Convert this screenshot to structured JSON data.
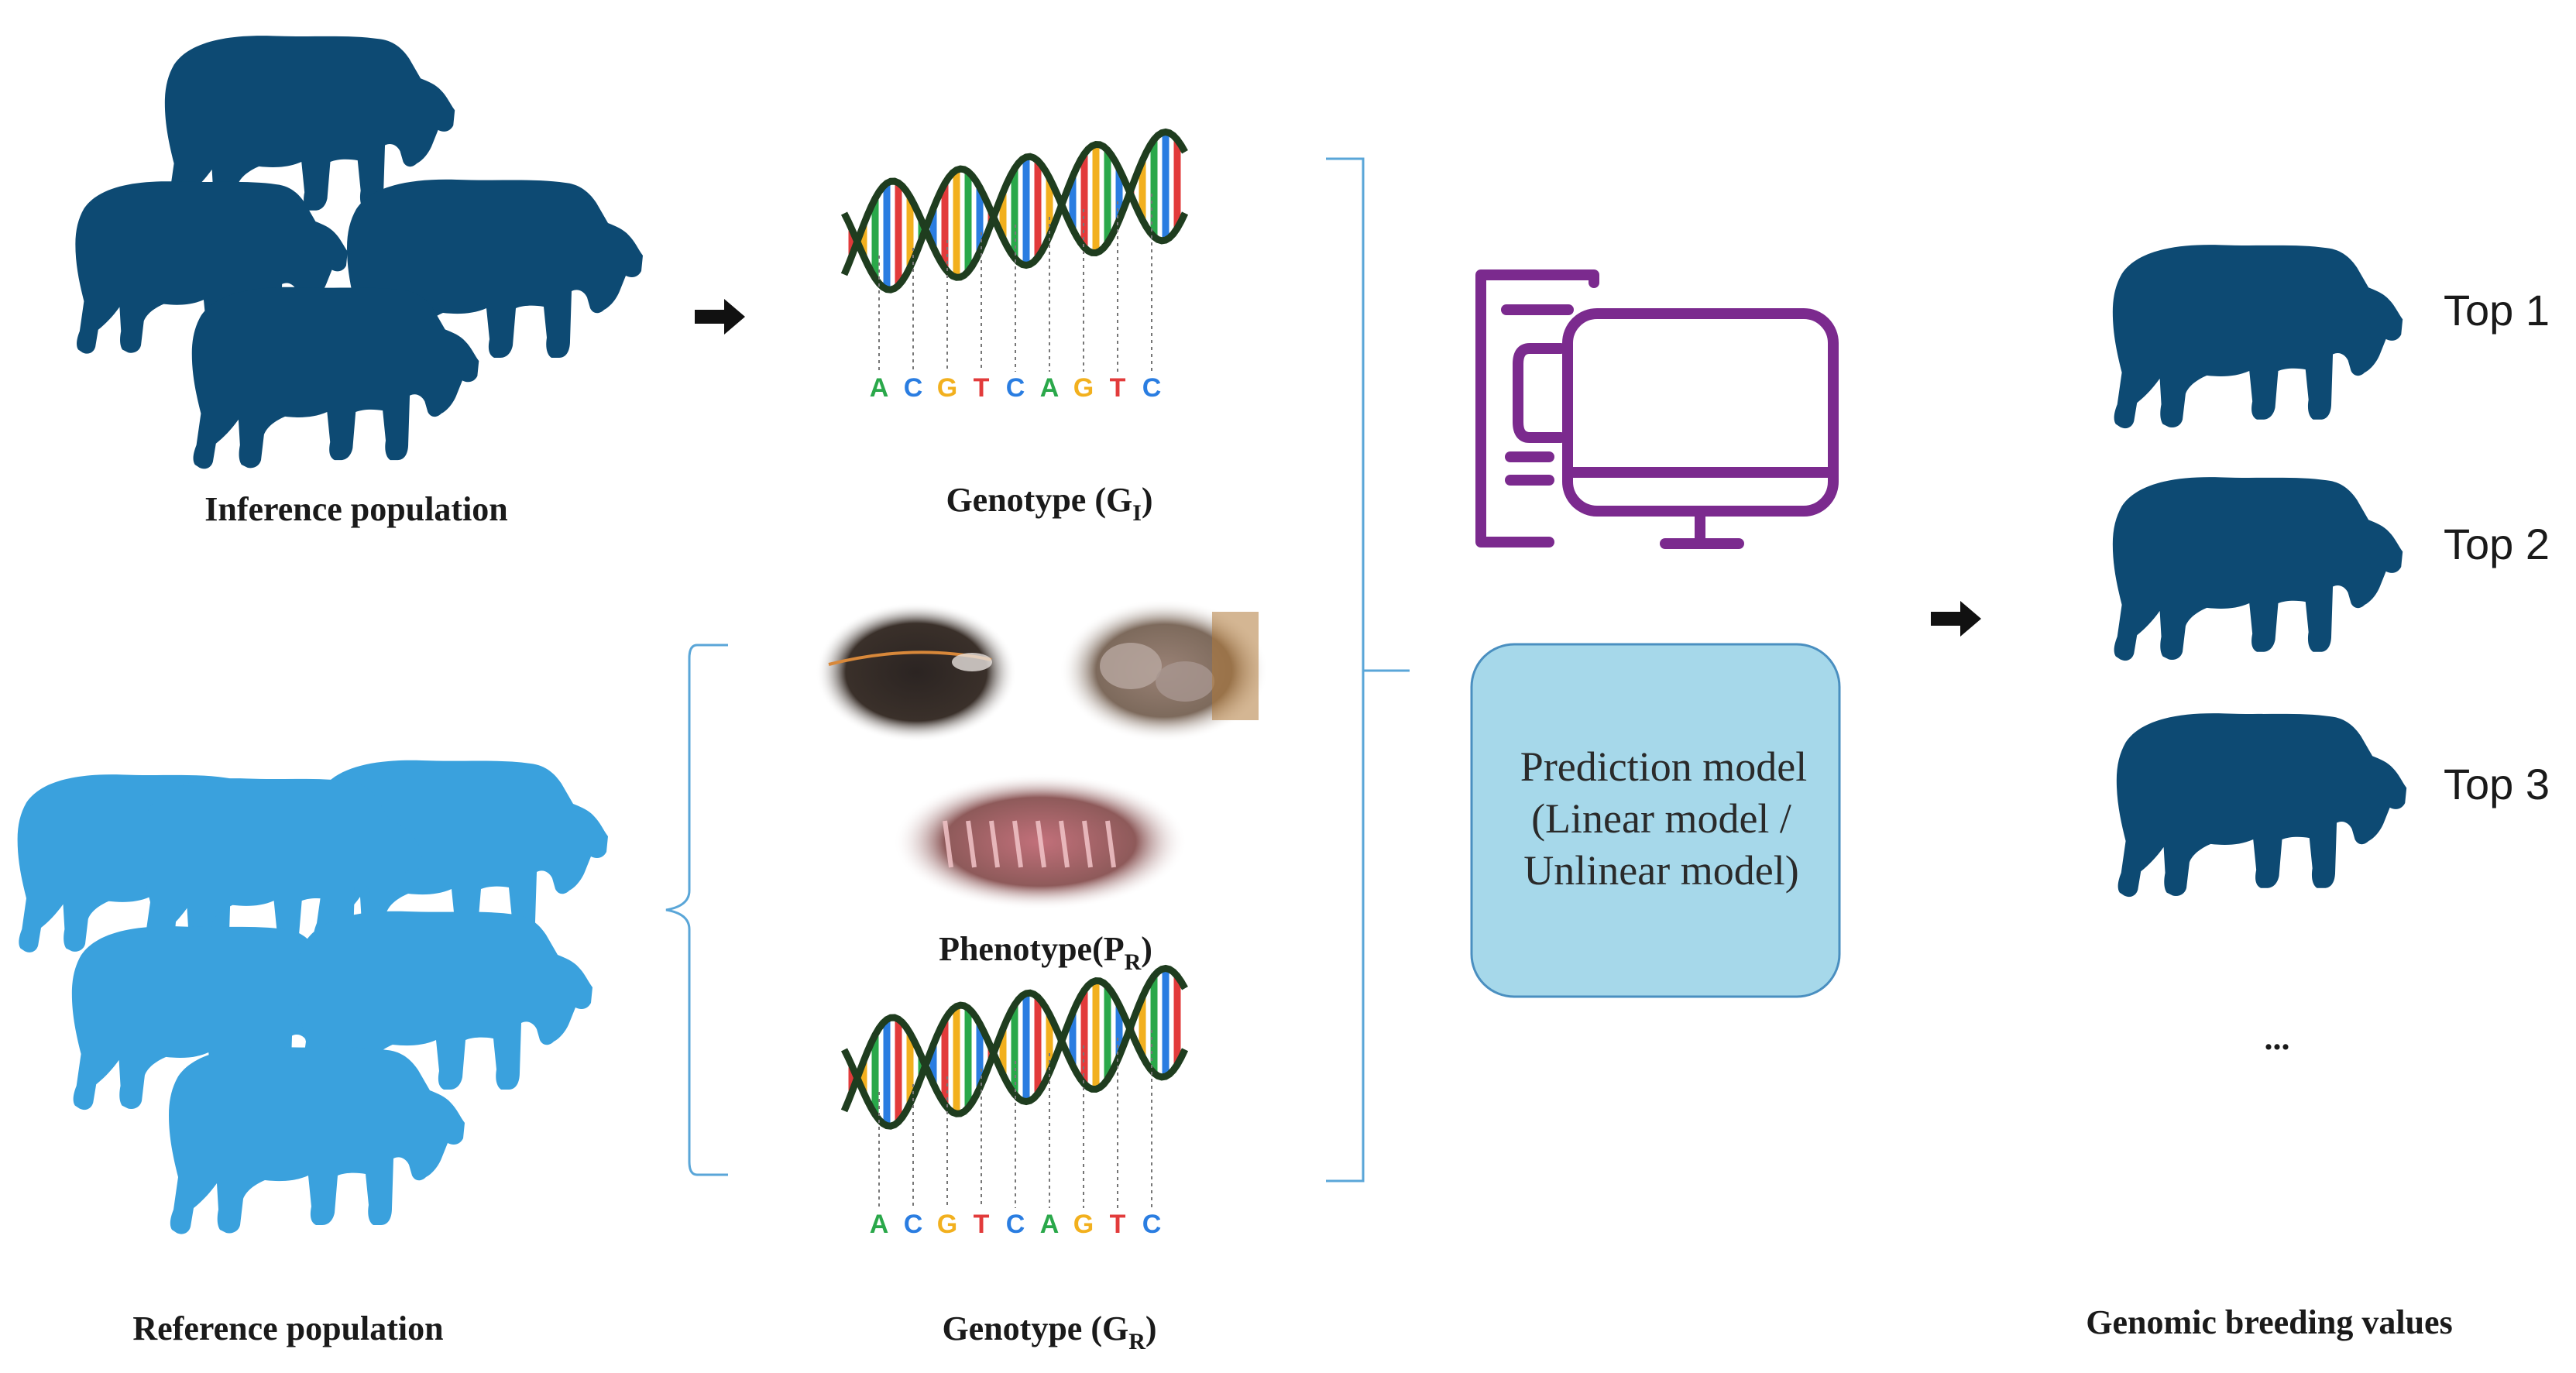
{
  "labels": {
    "inference_population": "Inference population",
    "reference_population": "Reference population",
    "genotype_inference": "Genotype (G",
    "genotype_inference_sub": "I",
    "genotype_inference_close": ")",
    "phenotype": "Phenotype(P",
    "phenotype_sub": "R",
    "phenotype_close": ")",
    "genotype_reference": "Genotype (G",
    "genotype_reference_sub": "R",
    "genotype_reference_close": ")",
    "genomic_breeding_values": "Genomic breeding values"
  },
  "model_box": {
    "line1": "Prediction model",
    "line2": "(Linear model /",
    "line3": "Unlinear model)"
  },
  "ranking": {
    "top1": "Top 1",
    "top2": "Top 2",
    "top3": "Top 3",
    "ellipsis": "..."
  },
  "dna_letters": [
    "A",
    "C",
    "G",
    "T",
    "C",
    "A",
    "G",
    "T",
    "C"
  ],
  "colors": {
    "inference_cow": "#0d4a73",
    "reference_cow": "#3aa1dd",
    "bracket": "#5aa6d8",
    "computer": "#7b2a8e",
    "model_box_fill": "#a6d8ea",
    "model_box_stroke": "#4a8fc0",
    "dna_backbone": "#1f3d1f",
    "arrow": "#111111"
  },
  "icons": {
    "computer": "computer-icon",
    "dna": "dna-helix-icon",
    "cow": "cow-silhouette-icon",
    "phenotype_photos": "phenotype-photo-icon"
  }
}
